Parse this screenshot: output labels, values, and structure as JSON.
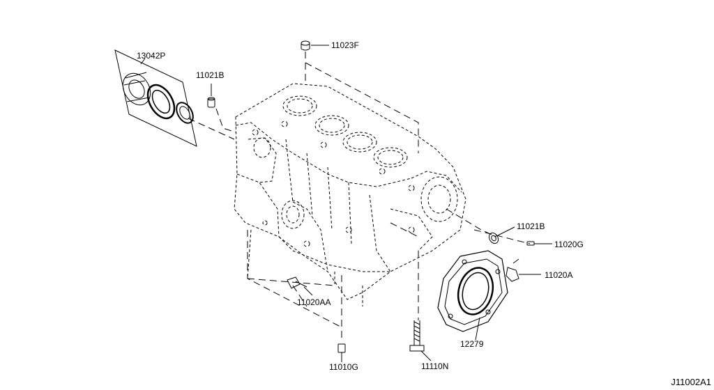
{
  "diagram": {
    "reference_code": "J11002A1",
    "parts": [
      {
        "id": "p13042P",
        "label": "13042P"
      },
      {
        "id": "p11021B_a",
        "label": "11021B"
      },
      {
        "id": "p11023F",
        "label": "11023F"
      },
      {
        "id": "p11021B_b",
        "label": "11021B"
      },
      {
        "id": "p11020G",
        "label": "11020G"
      },
      {
        "id": "p11020A",
        "label": "11020A"
      },
      {
        "id": "p11020AA",
        "label": "11020AA"
      },
      {
        "id": "p12279",
        "label": "12279"
      },
      {
        "id": "p11010G",
        "label": "11010G"
      },
      {
        "id": "p11110N",
        "label": "11110N"
      }
    ],
    "colors": {
      "line": "#000000",
      "background": "#ffffff"
    }
  }
}
